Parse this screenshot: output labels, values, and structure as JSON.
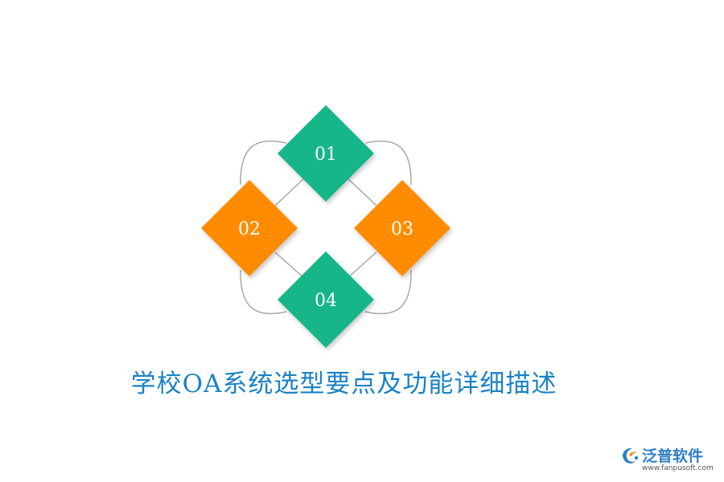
{
  "title": "学校OA系统选型要点及功能详细描述",
  "colors": {
    "green": "#17b58a",
    "orange": "#ff8c00",
    "line": "#a8a8a8",
    "title": "#1a82c4",
    "logo": "#2e7fc1"
  },
  "items": [
    {
      "label": "01",
      "color": "green"
    },
    {
      "label": "02",
      "color": "orange"
    },
    {
      "label": "03",
      "color": "orange"
    },
    {
      "label": "04",
      "color": "green"
    }
  ],
  "logo": {
    "name": "泛普软件",
    "url": "www.fanpusoft.com",
    "icon": "fanpu-logo-icon"
  }
}
